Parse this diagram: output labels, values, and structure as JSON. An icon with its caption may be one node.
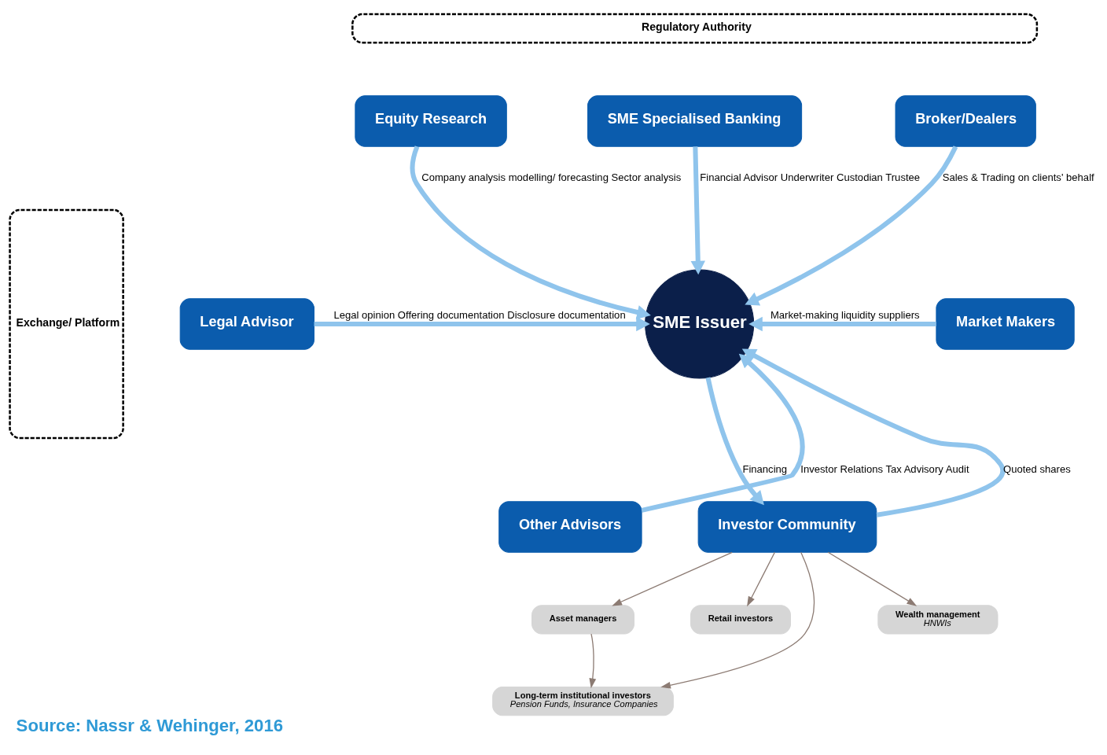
{
  "diagram": {
    "caption": "Source: Nassr & Wehinger, 2016",
    "nodes": [
      {
        "text": [
          "Regulatory Authority"
        ]
      },
      {
        "text": [
          "Exchange/ Platform"
        ]
      },
      {
        "text": [
          "SME Specialised Banking"
        ]
      },
      {
        "text": [
          "Equity Research"
        ]
      },
      {
        "text": [
          "Broker/Dealers"
        ]
      },
      {
        "text": [
          "Legal Advisor"
        ]
      },
      {
        "text": [
          "SME Issuer"
        ]
      },
      {
        "text": [
          "Market Makers"
        ]
      },
      {
        "text": [
          "Other Advisors"
        ]
      },
      {
        "text": [
          "Investor Community"
        ]
      },
      {
        "text": [
          "Asset managers"
        ]
      },
      {
        "text": [
          "Retail investors"
        ]
      },
      {
        "text": [
          "Long-term institutional investors",
          "Pension Funds, Insurance Companies"
        ]
      },
      {
        "text": [
          "Wealth management",
          "HNWIs"
        ]
      }
    ],
    "edges": [
      {
        "from": 3,
        "to": 6,
        "arrow": "to",
        "label": "Company analysis modelling/ forecasting Sector analysis"
      },
      {
        "from": 2,
        "to": 6,
        "arrow": "to",
        "label": "Financial Advisor Underwriter Custodian Trustee"
      },
      {
        "from": 4,
        "to": 6,
        "arrow": "to",
        "label": "Sales & Trading on clients' behalf"
      },
      {
        "from": 5,
        "to": 6,
        "arrow": "to",
        "label": "Legal opinion Offering documentation Disclosure documentation"
      },
      {
        "from": 7,
        "to": 6,
        "arrow": "to",
        "label": "Market-making liquidity suppliers"
      },
      {
        "from": 8,
        "to": 6,
        "arrow": "to",
        "label": "Investor Relations Tax Advisory Audit"
      },
      {
        "from": 6,
        "to": 9,
        "arrow": "to",
        "label": "Financing"
      },
      {
        "from": 9,
        "to": 6,
        "arrow": "to",
        "label": "Quoted shares"
      },
      {
        "from": 9,
        "to": 10,
        "arrow": "to",
        "color": "#8c7b73"
      },
      {
        "from": 10,
        "to": 12,
        "arrow": "to",
        "color": "#8c7b73"
      },
      {
        "from": 9,
        "to": 11,
        "arrow": "to",
        "color": "#8c7b73"
      },
      {
        "from": 9,
        "to": 12,
        "arrow": "to",
        "color": "#8c7b73"
      },
      {
        "from": 9,
        "to": 13,
        "arrow": "to",
        "color": "#8c7b73"
      }
    ]
  }
}
